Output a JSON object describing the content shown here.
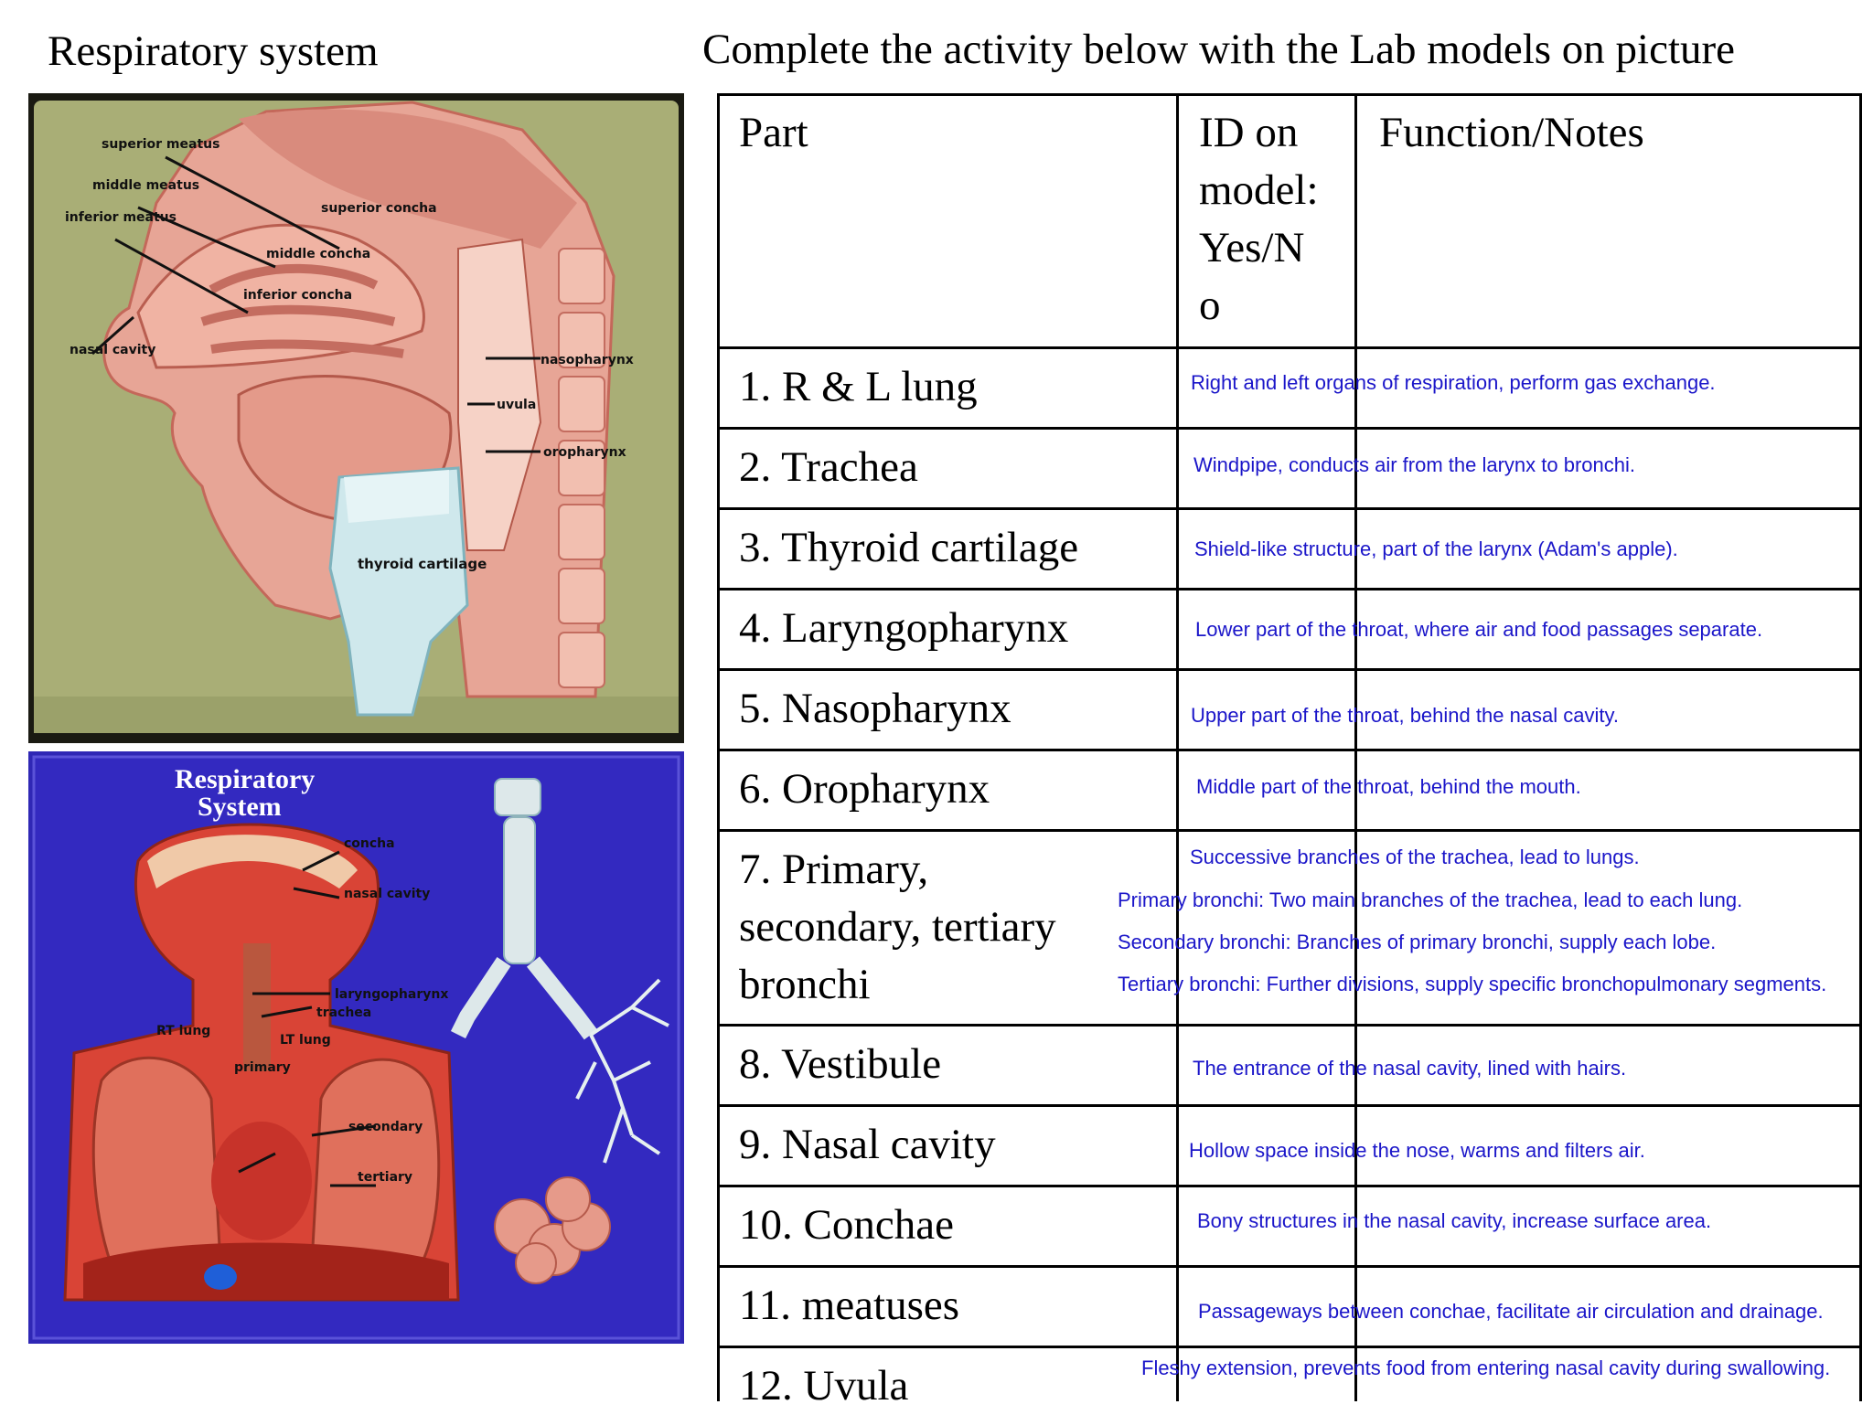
{
  "left_title": "Respiratory system",
  "right_title": "Complete the activity below with the Lab models on picture",
  "photo_top": {
    "labels": {
      "superior_meatus": "superior meatus",
      "middle_meatus": "middle meatus",
      "inferior_meatus": "inferior meatus",
      "superior_concha": "superior concha",
      "middle_concha": "middle concha",
      "inferior_concha": "inferior concha",
      "nasal_cavity": "nasal cavity",
      "nasopharynx": "nasopharynx",
      "uvula": "uvula",
      "oropharynx": "oropharynx",
      "thyroid_cartilage": "thyroid cartilage"
    }
  },
  "photo_bottom": {
    "poster_title_line1": "Respiratory",
    "poster_title_line2": "System",
    "labels": {
      "concha": "concha",
      "nasal_cavity": "nasal cavity",
      "laryngopharynx": "laryngopharynx",
      "trachea": "trachea",
      "rt_lung": "RT lung",
      "lt_lung": "LT lung",
      "primary": "primary",
      "secondary": "secondary",
      "tertiary": "tertiary"
    }
  },
  "table": {
    "headers": {
      "part": "Part",
      "id_line1": "ID on",
      "id_line2": "model:",
      "id_line3": "Yes/N",
      "id_line4": "o",
      "function": "Function/Notes"
    },
    "rows": [
      {
        "part": "1. R & L lung",
        "notes": [
          "Right and left organs of respiration, perform gas exchange."
        ]
      },
      {
        "part": "2. Trachea",
        "notes": [
          "Windpipe, conducts air from the larynx to bronchi."
        ]
      },
      {
        "part": "3. Thyroid cartilage",
        "notes": [
          "Shield-like structure, part of the larynx (Adam's apple)."
        ]
      },
      {
        "part": "4. Laryngopharynx",
        "notes": [
          "Lower part of the throat, where air and food passages separate."
        ]
      },
      {
        "part": "5. Nasopharynx",
        "notes": [
          "Upper part of the throat, behind the nasal cavity."
        ]
      },
      {
        "part": "6. Oropharynx",
        "notes": [
          "Middle part of the throat, behind the mouth."
        ]
      },
      {
        "part_lines": [
          "7. Primary,",
          "secondary, tertiary",
          "bronchi"
        ],
        "notes": [
          "Successive branches of the trachea, lead to lungs.",
          "Primary bronchi: Two main branches of the trachea, lead to each lung.",
          "Secondary bronchi: Branches of primary bronchi, supply each lobe.",
          "Tertiary bronchi: Further divisions, supply specific bronchopulmonary segments."
        ]
      },
      {
        "part": "8. Vestibule",
        "notes": [
          "The entrance of the nasal cavity, lined with hairs."
        ]
      },
      {
        "part": "9. Nasal cavity",
        "notes": [
          "Hollow space inside the nose, warms and filters air."
        ]
      },
      {
        "part": "10. Conchae",
        "notes": [
          "Bony structures in the nasal cavity, increase surface area."
        ]
      },
      {
        "part": "11. meatuses",
        "notes": [
          "Passageways between conchae, facilitate air circulation and drainage."
        ]
      },
      {
        "part": "12. Uvula",
        "notes": [
          "Fleshy extension, prevents food from entering nasal cavity during swallowing."
        ]
      }
    ]
  },
  "colors": {
    "note_text": "#1b16c9",
    "poster_bg": "#2a22a8",
    "board_green": "#a8ad74"
  }
}
